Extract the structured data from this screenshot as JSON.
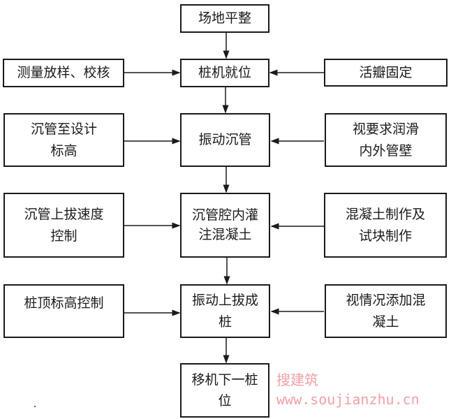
{
  "center": [
    "场地平整",
    "桩机就位",
    "振动沉管",
    "沉管腔内灌注混凝土",
    "振动上拔成桩",
    "移机下一桩位"
  ],
  "left": [
    "测量放样、校核",
    "沉管至设计标高",
    "沉管上拔速度控制",
    "桩顶标高控制"
  ],
  "right": [
    "活瓣固定",
    "视要求润滑内外管壁",
    "混凝土制作及试块制作",
    "视情况添加混凝土"
  ],
  "watermark": "搜建筑 www.soujianzhu.cn"
}
